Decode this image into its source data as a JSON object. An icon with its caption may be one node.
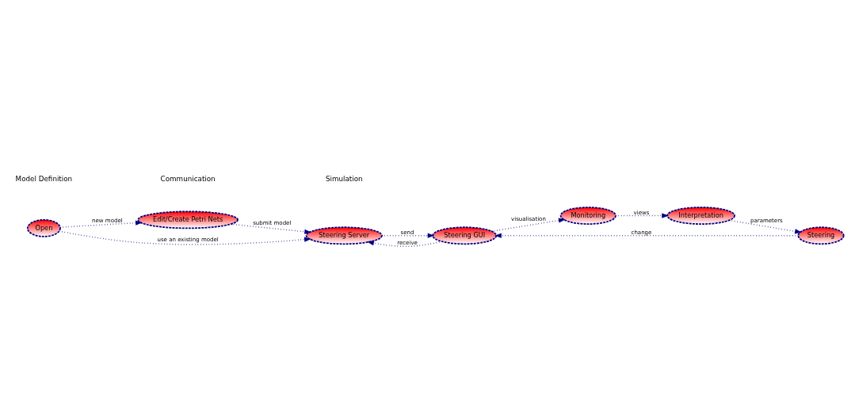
{
  "diagram": {
    "nodes": [
      {
        "text": [
          "Edit/Create Petri Nets"
        ]
      },
      {
        "text": [
          "Open"
        ]
      },
      {
        "text": [
          "Steering Server"
        ]
      },
      {
        "text": [
          "Steering GUI"
        ]
      },
      {
        "text": [
          "Monitoring"
        ]
      },
      {
        "text": [
          "Interpretation"
        ]
      },
      {
        "text": [
          "Steering"
        ]
      }
    ],
    "edges": [
      {
        "from": 1,
        "to": 0,
        "arrow": "to",
        "label": "new model"
      },
      {
        "from": 0,
        "to": 2,
        "arrow": "to",
        "label": "submit model"
      },
      {
        "from": 1,
        "to": 2,
        "arrow": "to",
        "label": "use an existing model"
      },
      {
        "from": 2,
        "to": 3,
        "arrow": "to",
        "label": "send"
      },
      {
        "from": 3,
        "to": 2,
        "arrow": "to",
        "label": "receive"
      },
      {
        "from": 3,
        "to": 4,
        "arrow": "to",
        "label": "visualisation"
      },
      {
        "from": 4,
        "to": 5,
        "arrow": "to",
        "label": "views"
      },
      {
        "from": 5,
        "to": 6,
        "arrow": "to",
        "label": "parameters"
      },
      {
        "from": 6,
        "to": 3,
        "arrow": "to",
        "label": "change"
      }
    ],
    "labels": [
      "Model Definition",
      "Communication",
      "Simulation"
    ]
  }
}
